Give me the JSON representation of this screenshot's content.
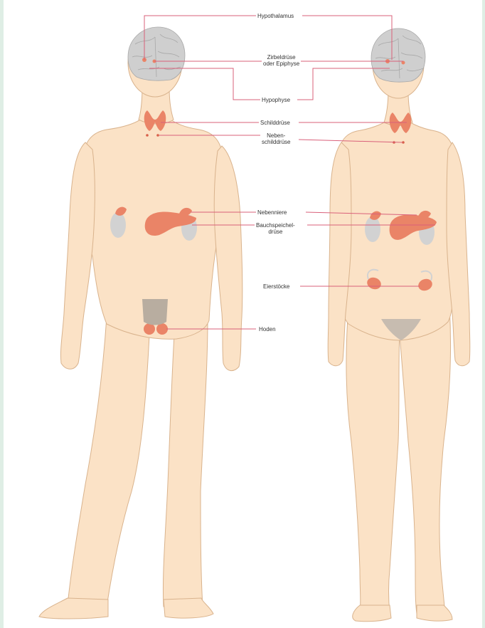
{
  "colors": {
    "skin": "#fbe2c6",
    "skin_shade": "#f4cfa8",
    "skin_outline": "#d9b38d",
    "brain": "#cfcfcf",
    "brain_line": "#a8a8a8",
    "gland": "#ea8467",
    "gland_dark": "#d8604a",
    "kidney": "#d2d2d2",
    "leader_line": "#d9607a",
    "label_text": "#333333",
    "frame": "#dfeee5"
  },
  "figures": [
    {
      "name": "male-figure"
    },
    {
      "name": "female-figure"
    }
  ],
  "labels": {
    "hypothalamus": "Hypothalamus",
    "pineal_line1": "Zirbeldrüse",
    "pineal_line2": "oder Epiphyse",
    "pituitary": "Hypophyse",
    "thyroid": "Schilddrüse",
    "parathyroid_line1": "Neben-",
    "parathyroid_line2": "schilddrüse",
    "adrenal": "Nebenniere",
    "pancreas_line1": "Bauchspeichel-",
    "pancreas_line2": "drüse",
    "ovaries": "Eierstöcke",
    "testes": "Hoden"
  }
}
